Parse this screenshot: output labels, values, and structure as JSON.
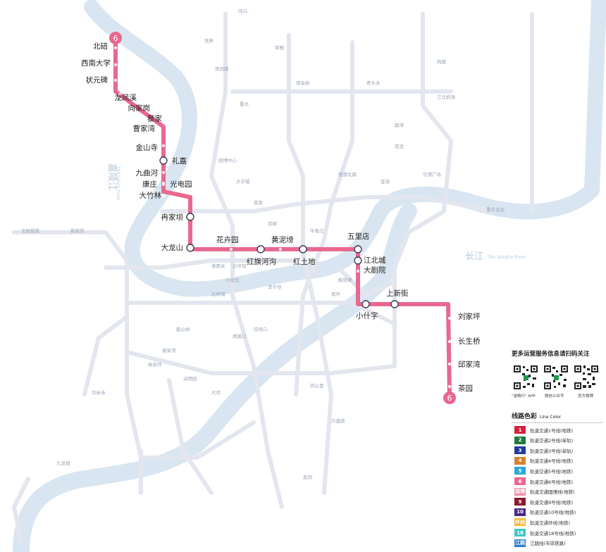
{
  "colors": {
    "line6": "#e8688f",
    "river": "#d9e6f1",
    "faint_line": "#e3e6ee"
  },
  "line_badge": "6",
  "rivers": {
    "jialing_cn": "嘉陵江",
    "jialing_en": "The Jialing River",
    "yangtze_cn": "长江",
    "yangtze_en": "The Yangtze River"
  },
  "stations": [
    {
      "name": "北碚"
    },
    {
      "name": "西南大学"
    },
    {
      "name": "状元碑"
    },
    {
      "name": "龙凤溪"
    },
    {
      "name": "向家岗"
    },
    {
      "name": "蔡家"
    },
    {
      "name": "曹家湾"
    },
    {
      "name": "金山寺"
    },
    {
      "name": "礼嘉"
    },
    {
      "name": "九曲河"
    },
    {
      "name": "康庄"
    },
    {
      "name": "光电园"
    },
    {
      "name": "大竹林"
    },
    {
      "name": "冉家坝"
    },
    {
      "name": "大龙山"
    },
    {
      "name": "花卉园"
    },
    {
      "name": "红旗河沟"
    },
    {
      "name": "黄泥塝"
    },
    {
      "name": "红土地"
    },
    {
      "name": "五里店"
    },
    {
      "name": "江北城"
    },
    {
      "name": "大剧院"
    },
    {
      "name": "小什字"
    },
    {
      "name": "上新街"
    },
    {
      "name": "刘家坪"
    },
    {
      "name": "长生桥"
    },
    {
      "name": "邱家湾"
    },
    {
      "name": "茶园"
    }
  ],
  "faint_stations": [
    "同兴",
    "悦来",
    "观月路",
    "重光",
    "鸳鸯",
    "园博中心",
    "大学城",
    "曾家",
    "双碑",
    "沙坪坝",
    "小龙坎",
    "石桥铺",
    "鹅公岩",
    "谢家湾",
    "杨家坪",
    "动物园",
    "大坪",
    "两路口",
    "较场口",
    "南坪",
    "四公里",
    "万盛路",
    "鱼洞",
    "江北机场",
    "碧津",
    "双龙",
    "两路",
    "空港广场",
    "观音岩",
    "解放碑",
    "牛角沱",
    "李子坝",
    "佛图关",
    "华岩寺",
    "九龙坡",
    "青木关",
    "北碚城南",
    "蔡家岗",
    "悦港北路",
    "金渝",
    "重庆北站"
  ],
  "qr": {
    "title": "更多运营服务信息请扫码关注",
    "captions": [
      "\"渝畅行\" APP",
      "微信公众号",
      "官方微博"
    ]
  },
  "legend": {
    "title": "线路色彩",
    "subtitle": "Line Color",
    "items": [
      {
        "badge": "1",
        "color": "#d6203c",
        "text": "轨道交通1号线(地铁)"
      },
      {
        "badge": "2",
        "color": "#1d7a3c",
        "text": "轨道交通2号线(单轨)"
      },
      {
        "badge": "3",
        "color": "#1e3c9b",
        "text": "轨道交通3号线(单轨)"
      },
      {
        "badge": "4",
        "color": "#d9822b",
        "text": "轨道交通4号线(地铁)"
      },
      {
        "badge": "5",
        "color": "#29a9d8",
        "text": "轨道交通5号线(地铁)"
      },
      {
        "badge": "6",
        "color": "#e8688f",
        "text": "轨道交通6号线(地铁)"
      },
      {
        "badge": "国博",
        "color": "#f08fa8",
        "text": "轨道交通国博线(地铁)"
      },
      {
        "badge": "9",
        "color": "#8a1a2e",
        "text": "轨道交通9号线(地铁)"
      },
      {
        "badge": "10",
        "color": "#4a2a8a",
        "text": "轨道交通10号线(地铁)"
      },
      {
        "badge": "环线",
        "color": "#f2b533",
        "text": "轨道交通环线(地铁)"
      },
      {
        "badge": "18",
        "color": "#3ec8c8",
        "text": "轨道交通18号线(地铁)"
      },
      {
        "badge": "江跳",
        "color": "#2a7fd0",
        "text": "江跳线(市郊铁路)"
      }
    ]
  }
}
